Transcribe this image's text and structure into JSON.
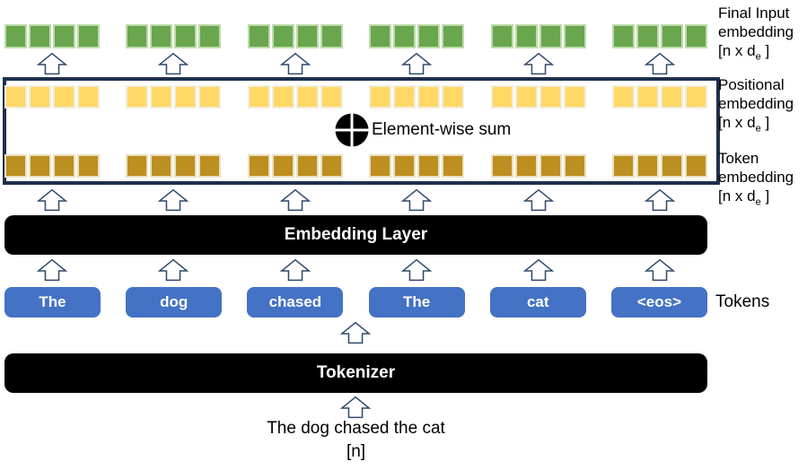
{
  "colors": {
    "green": "#69A64E",
    "green_border": "#BEDBAB",
    "yellow": "#FFD866",
    "yellow_border": "#F2EDDB",
    "gold": "#BD8E20",
    "gold_border": "#EBE0C0",
    "blue": "#4472C4",
    "navy": "#1F2F4D",
    "arrow_outline": "#2E4A6B",
    "bar_black": "#000000"
  },
  "right_labels": [
    {
      "line1": "Final Input",
      "line2": "embedding",
      "dims_pre": "[n x d",
      "dims_sub": "e",
      "dims_post": " ]"
    },
    {
      "line1": "Positional",
      "line2": "embedding",
      "dims_pre": "[n x d",
      "dims_sub": "e",
      "dims_post": " ]"
    },
    {
      "line1": "Token",
      "line2": "embedding",
      "dims_pre": "[n x d",
      "dims_sub": "e",
      "dims_post": " ]"
    }
  ],
  "sum_label": "Element-wise sum",
  "embedding_layer_label": "Embedding Layer",
  "tokenizer_label": "Tokenizer",
  "tokens": [
    "The",
    "dog",
    "chased",
    "The",
    "cat",
    "<eos>"
  ],
  "tokens_label": "Tokens",
  "input_text": "The dog chased the cat",
  "input_dims": "[n]",
  "structure": {
    "num_token_positions": 6,
    "cells_per_vector": 4
  }
}
